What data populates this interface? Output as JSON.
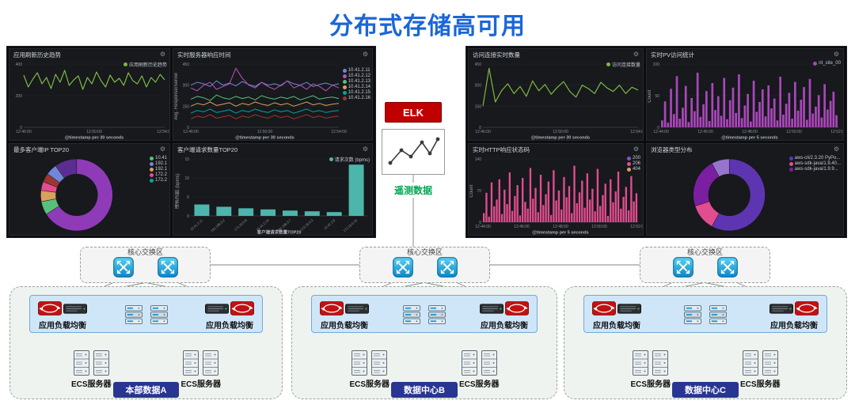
{
  "title": "分布式存储高可用",
  "colors": {
    "accent_blue": "#1a66d9",
    "elk_red": "#c00000",
    "telemetry_green": "#00a650",
    "badge_blue": "#283593"
  },
  "elk": {
    "label": "ELK",
    "telemetry": "遥测数据"
  },
  "dashboards": {
    "left": {
      "panels": [
        {
          "title": "应用刷新历史趋势",
          "legend": [
            {
              "label": "应用刷新历史趋势",
              "color": "#7db843"
            }
          ],
          "chart": {
            "type": "line",
            "padL": 18,
            "padB": 16,
            "ymax": 400,
            "yticks": [
              "0",
              "200",
              "400"
            ],
            "xticks": [
              "12:46:00",
              "12:50:00",
              "12:54:00"
            ],
            "xtitle": "@timestamp per 30 seconds",
            "series": [
              {
                "color": "#7db843",
                "w": 1.2,
                "values": [
                  330,
                  255,
                  305,
                  345,
                  275,
                  315,
                  245,
                  335,
                  285,
                  360,
                  265,
                  300,
                  325,
                  240,
                  315,
                  275,
                  350,
                  295,
                  255,
                  330,
                  285,
                  310,
                  265,
                  345,
                  295,
                  275,
                  325,
                  255,
                  315,
                  285,
                  335,
                  300
                ]
              }
            ]
          }
        },
        {
          "title": "实时服务器响应时间",
          "ytitle": "Avg. Response/Server",
          "legend": [
            {
              "label": "10.41.2.11",
              "color": "#6f87d8"
            },
            {
              "label": "10.41.2.12",
              "color": "#bc52bc"
            },
            {
              "label": "10.41.2.13",
              "color": "#57c17b"
            },
            {
              "label": "10.41.2.14",
              "color": "#daa05d"
            },
            {
              "label": "10.41.2.15",
              "color": "#00a69b"
            },
            {
              "label": "10.41.2.16",
              "color": "#9e3533"
            }
          ],
          "chart": {
            "type": "line",
            "padL": 22,
            "padB": 16,
            "padR": 42,
            "ymax": 450,
            "yticks": [
              "0",
              "150",
              "300",
              "450"
            ],
            "xticks": [
              "12:46:00",
              "12:50:00",
              "12:54:00"
            ],
            "xtitle": "@timestamp per 30 seconds",
            "series": [
              {
                "color": "#6f87d8",
                "values": [
                  300,
                  320,
                  310,
                  290,
                  330,
                  300,
                  315,
                  295,
                  325,
                  305,
                  290,
                  320,
                  300,
                  310,
                  295,
                  330,
                  310,
                  300,
                  320,
                  290,
                  305,
                  315,
                  300,
                  310
                ]
              },
              {
                "color": "#bc52bc",
                "values": [
                  280,
                  260,
                  300,
                  320,
                  270,
                  290,
                  310,
                  420,
                  350,
                  300,
                  280,
                  320,
                  290,
                  270,
                  300,
                  330,
                  280,
                  300,
                  270,
                  310,
                  290,
                  260,
                  300,
                  280
                ]
              },
              {
                "color": "#57c17b",
                "values": [
                  200,
                  220,
                  210,
                  190,
                  230,
                  210,
                  200,
                  220,
                  205,
                  215,
                  195,
                  225,
                  210,
                  200,
                  215,
                  205,
                  220,
                  195,
                  210,
                  225,
                  200,
                  210,
                  215,
                  205
                ]
              },
              {
                "color": "#daa05d",
                "values": [
                  150,
                  170,
                  160,
                  180,
                  155,
                  165,
                  175,
                  150,
                  170,
                  160,
                  180,
                  165,
                  155,
                  175,
                  160,
                  170,
                  150,
                  165,
                  180,
                  160,
                  170,
                  155,
                  165,
                  170
                ]
              },
              {
                "color": "#00a69b",
                "values": [
                  100,
                  120,
                  110,
                  130,
                  105,
                  115,
                  125,
                  100,
                  120,
                  110,
                  130,
                  115,
                  105,
                  125,
                  110,
                  120,
                  100,
                  115,
                  130,
                  110,
                  120,
                  105,
                  115,
                  120
                ]
              },
              {
                "color": "#9e3533",
                "values": [
                  60,
                  80,
                  70,
                  90,
                  65,
                  75,
                  85,
                  60,
                  80,
                  70,
                  90,
                  75,
                  65,
                  85,
                  70,
                  80,
                  60,
                  75,
                  90,
                  70,
                  80,
                  65,
                  75,
                  80
                ]
              }
            ]
          }
        },
        {
          "title": "最多客户端IP TOP20",
          "legend": [
            {
              "label": "10.41",
              "color": "#57c17b"
            },
            {
              "label": "192.1",
              "color": "#6f87d8"
            },
            {
              "label": "192.1",
              "color": "#daa05d"
            },
            {
              "label": "172.2",
              "color": "#e24d90"
            },
            {
              "label": "172.2",
              "color": "#00a69b"
            }
          ],
          "chart": {
            "type": "donut",
            "cxr": 0.42,
            "inner": 0.58,
            "values": [
              66,
              6,
              5,
              4,
              4,
              5,
              10
            ],
            "colors": [
              "#8f3bb8",
              "#57c17b",
              "#daa05d",
              "#e24d90",
              "#9e3533",
              "#6f87d8",
              "#5c2d91"
            ]
          }
        },
        {
          "title": "客户端请求数量TOP20",
          "ytitle": "请求次数 (bpms)",
          "legend": [
            {
              "label": "请求次数 (bpms)",
              "color": "#4db6ac"
            }
          ],
          "chart": {
            "type": "bars",
            "padL": 22,
            "padB": 24,
            "ymax": 15,
            "yticks": [
              "0",
              "5",
              "10",
              "15"
            ],
            "color": "#4db6ac",
            "values": [
              3,
              2.4,
              2,
              1.7,
              1.4,
              1.2,
              1,
              13.5
            ],
            "xlabels": [
              "10.41.2.11",
              "192.168.3.2",
              "172.16.0.8",
              "10.41.2.19",
              "192.168.3.7",
              "172.16.0.3",
              "10.41.2.6",
              "172.16.0.15"
            ],
            "xtitle": "客户端请求数量TOP20"
          }
        }
      ]
    },
    "right": {
      "panels": [
        {
          "title": "访问连接实时数量",
          "legend": [
            {
              "label": "访问连接数量",
              "color": "#7db843"
            }
          ],
          "chart": {
            "type": "line",
            "padL": 18,
            "padB": 16,
            "ymax": 450,
            "yticks": [
              "0",
              "150",
              "300",
              "450"
            ],
            "xticks": [
              "12:46:00",
              "12:50:00",
              "12:54:00"
            ],
            "xtitle": "@timestamp per 30 seconds",
            "series": [
              {
                "color": "#7db843",
                "w": 1.2,
                "values": [
                  150,
                  420,
                  180,
                  260,
                  310,
                  240,
                  290,
                  220,
                  330,
                  260,
                  305,
                  235,
                  285,
                  325,
                  255,
                  215,
                  300,
                  275,
                  240,
                  320,
                  280,
                  255,
                  300,
                  240,
                  285,
                  265
                ]
              }
            ]
          }
        },
        {
          "title": "实时PV访问统计",
          "ytitle": "Count",
          "legend": [
            {
              "label": "nt_site_00",
              "color": "#ab47bc"
            }
          ],
          "chart": {
            "type": "densebars",
            "padL": 18,
            "padB": 16,
            "ymax": 110,
            "yticks": [
              "0",
              "50",
              "100"
            ],
            "xticks": [
              "12:44:00",
              "12:46:00",
              "12:48:00",
              "12:50:00",
              "12:52:00"
            ],
            "xtitle": "@timestamp per 5 seconds",
            "color": "#ab47bc",
            "values": [
              12,
              45,
              8,
              67,
              23,
              89,
              15,
              34,
              72,
              9,
              51,
              28,
              95,
              18,
              40,
              63,
              11,
              77,
              30,
              54,
              20,
              86,
              14,
              47,
              69,
              25,
              92,
              16,
              38,
              58,
              10,
              81,
              27,
              44,
              66,
              19,
              73,
              33,
              50,
              12,
              88,
              22,
              41,
              60,
              15,
              79,
              29,
              48,
              70,
              13,
              84,
              24,
              36,
              56,
              17,
              75,
              31,
              46,
              62,
              21
            ]
          }
        },
        {
          "title": "实时HTTP响应状态码",
          "ytitle": "Count",
          "legend": [
            {
              "label": "200",
              "color": "#7e57c2"
            },
            {
              "label": "206",
              "color": "#e24d90"
            },
            {
              "label": "404",
              "color": "#daa05d"
            }
          ],
          "chart": {
            "type": "densebars",
            "padL": 18,
            "padB": 16,
            "ymax": 140,
            "yticks": [
              "0",
              "70",
              "140"
            ],
            "xticks": [
              "12:44:00",
              "12:46:00",
              "12:48:00",
              "12:50:00",
              "12:52:00"
            ],
            "xtitle": "@timestamp per 5 seconds",
            "color": "#e24d90",
            "values": [
              20,
              65,
              12,
              88,
              35,
              50,
              95,
              18,
              72,
              40,
              110,
              25,
              58,
              82,
              15,
              98,
              45,
              30,
              120,
              52,
              76,
              22,
              105,
              38,
              62,
              90,
              16,
              115,
              48,
              70,
              28,
              100,
              55,
              80,
              20,
              125,
              42,
              66,
              92,
              32,
              108,
              50,
              74,
              24,
              118,
              36,
              60,
              85,
              14,
              95,
              44,
              68,
              112,
              30,
              56,
              78,
              26,
              102,
              46,
              64
            ]
          }
        },
        {
          "title": "浏览器类型分布",
          "legend": [
            {
              "label": "aws-cli/2.3.20 PyPo...",
              "color": "#5e35b1"
            },
            {
              "label": "aws-sdk-java/1.9.40...",
              "color": "#e24d90"
            },
            {
              "label": "aws-sdk-java/1.9.9...",
              "color": "#7b1fa2"
            }
          ],
          "chart": {
            "type": "donut",
            "cxr": 0.42,
            "inner": 0.58,
            "values": [
              58,
              12,
              22,
              8
            ],
            "colors": [
              "#5e35b1",
              "#e24d90",
              "#7b1fa2",
              "#9575cd"
            ]
          }
        }
      ]
    }
  },
  "datacenters": [
    {
      "core_label": "核心交换区",
      "lb_label": "应用负载均衡",
      "ecs_label": "ECS服务器",
      "badge": "本部数据A"
    },
    {
      "core_label": "核心交换区",
      "lb_label": "应用负载均衡",
      "ecs_label": "ECS服务器",
      "badge": "数据中心B"
    },
    {
      "core_label": "核心交换区",
      "lb_label": "应用负载均衡",
      "ecs_label": "ECS服务器",
      "badge": "数据中心C"
    }
  ]
}
